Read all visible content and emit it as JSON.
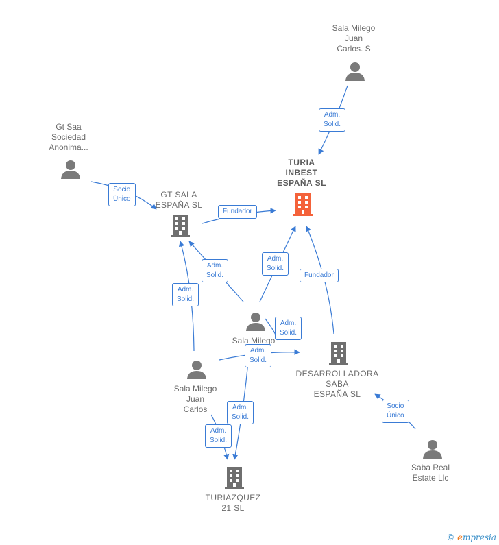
{
  "colors": {
    "edge": "#3a7bd5",
    "person": "#7a7a7a",
    "company": "#6f6f6f",
    "focus_company": "#f4623a"
  },
  "nodes": {
    "turia": {
      "label": "TURIA\nINBEST\nESPAÑA  SL",
      "icon": "building-icon-highlight"
    },
    "salaMilegoJuanCarlosS": {
      "label": "Sala Milego\nJuan\nCarlos.  S",
      "icon": "person-icon"
    },
    "gtSaa": {
      "label": "Gt Saa\nSociedad\nAnonima...",
      "icon": "person-icon"
    },
    "gtSala": {
      "label": "GT SALA\nESPAÑA  SL",
      "icon": "building-icon"
    },
    "salaMilegoIg": {
      "label": "Sala Milego\nIg...",
      "icon": "person-icon"
    },
    "desarrolladora": {
      "label": "DESARROLLADORA\nSABA\nESPAÑA  SL",
      "icon": "building-icon"
    },
    "salaMilegoJuanCarlos": {
      "label": "Sala Milego\nJuan\nCarlos",
      "icon": "person-icon"
    },
    "turiazquez": {
      "label": "TURIAZQUEZ\n21  SL",
      "icon": "building-icon"
    },
    "sabaReal": {
      "label": "Saba Real\nEstate Llc",
      "icon": "person-icon"
    }
  },
  "edges": [
    {
      "id": "e1",
      "label": "Adm.\nSolid."
    },
    {
      "id": "e2",
      "label": "Socio\nÚnico"
    },
    {
      "id": "e3",
      "label": "Fundador"
    },
    {
      "id": "e4",
      "label": "Adm.\nSolid."
    },
    {
      "id": "e5",
      "label": "Adm.\nSolid."
    },
    {
      "id": "e6",
      "label": "Adm.\nSolid."
    },
    {
      "id": "e7",
      "label": "Fundador"
    },
    {
      "id": "e8",
      "label": "Adm.\nSolid."
    },
    {
      "id": "e9",
      "label": "Adm.\nSolid."
    },
    {
      "id": "e10",
      "label": "Adm.\nSolid."
    },
    {
      "id": "e11",
      "label": "Adm.\nSolid."
    },
    {
      "id": "e12",
      "label": "Socio\nÚnico"
    }
  ],
  "footer": {
    "copyright": "©",
    "brand_initial": "e",
    "brand_rest": "mpresia"
  }
}
